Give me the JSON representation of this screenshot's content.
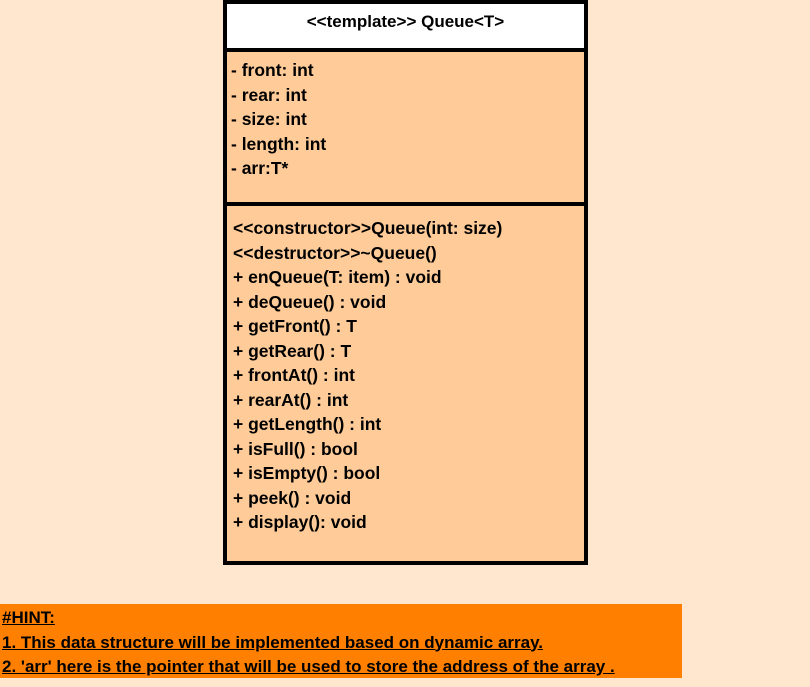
{
  "class_box": {
    "header": "<<template>> Queue<T>",
    "attributes": [
      "- front: int",
      "- rear: int",
      "- size: int",
      "- length: int",
      "- arr:T*"
    ],
    "operations": [
      "<<constructor>>Queue(int: size)",
      "<<destructor>>~Queue()",
      "+ enQueue(T: item) : void",
      "+ deQueue() : void",
      "+ getFront() : T",
      "+ getRear() : T",
      "+ frontAt() : int",
      "+ rearAt() : int",
      "+ getLength() : int",
      "+ isFull() : bool",
      "+ isEmpty() : bool",
      "+ peek() : void",
      "+ display(): void"
    ]
  },
  "hint": {
    "title": "#HINT:",
    "lines": [
      "1. This data structure will be implemented based on dynamic array.",
      "2. 'arr' here is the pointer that will be used to store the address of the array ."
    ]
  },
  "colors": {
    "page_background": "#ffe7cf",
    "class_body": "#ffcc99",
    "class_header": "#ffffff",
    "hint_background": "#ff8000",
    "border": "#000000"
  }
}
